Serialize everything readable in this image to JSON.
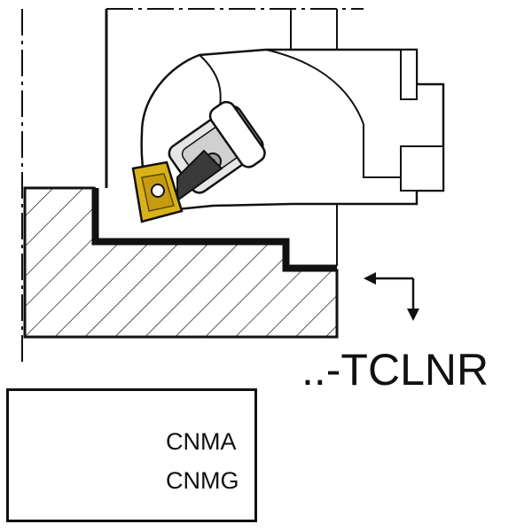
{
  "tool_code": "..-TCLNR",
  "insert_types": [
    "CNMA",
    "CNMG"
  ],
  "icons": {
    "holder": "boring-bar-holder-icon",
    "insert": "rhombic-insert-icon",
    "feed": "feed-direction-arrows-icon",
    "workpiece": "workpiece-section-hatch"
  },
  "colors": {
    "line": "#111111",
    "insert_gold": "#d9b21a",
    "insert_dark": "#3a3a3a",
    "holder_grey": "#e6e6e6",
    "insert_photo_body": "#2e2e30",
    "insert_photo_edge": "#c8a86a"
  }
}
